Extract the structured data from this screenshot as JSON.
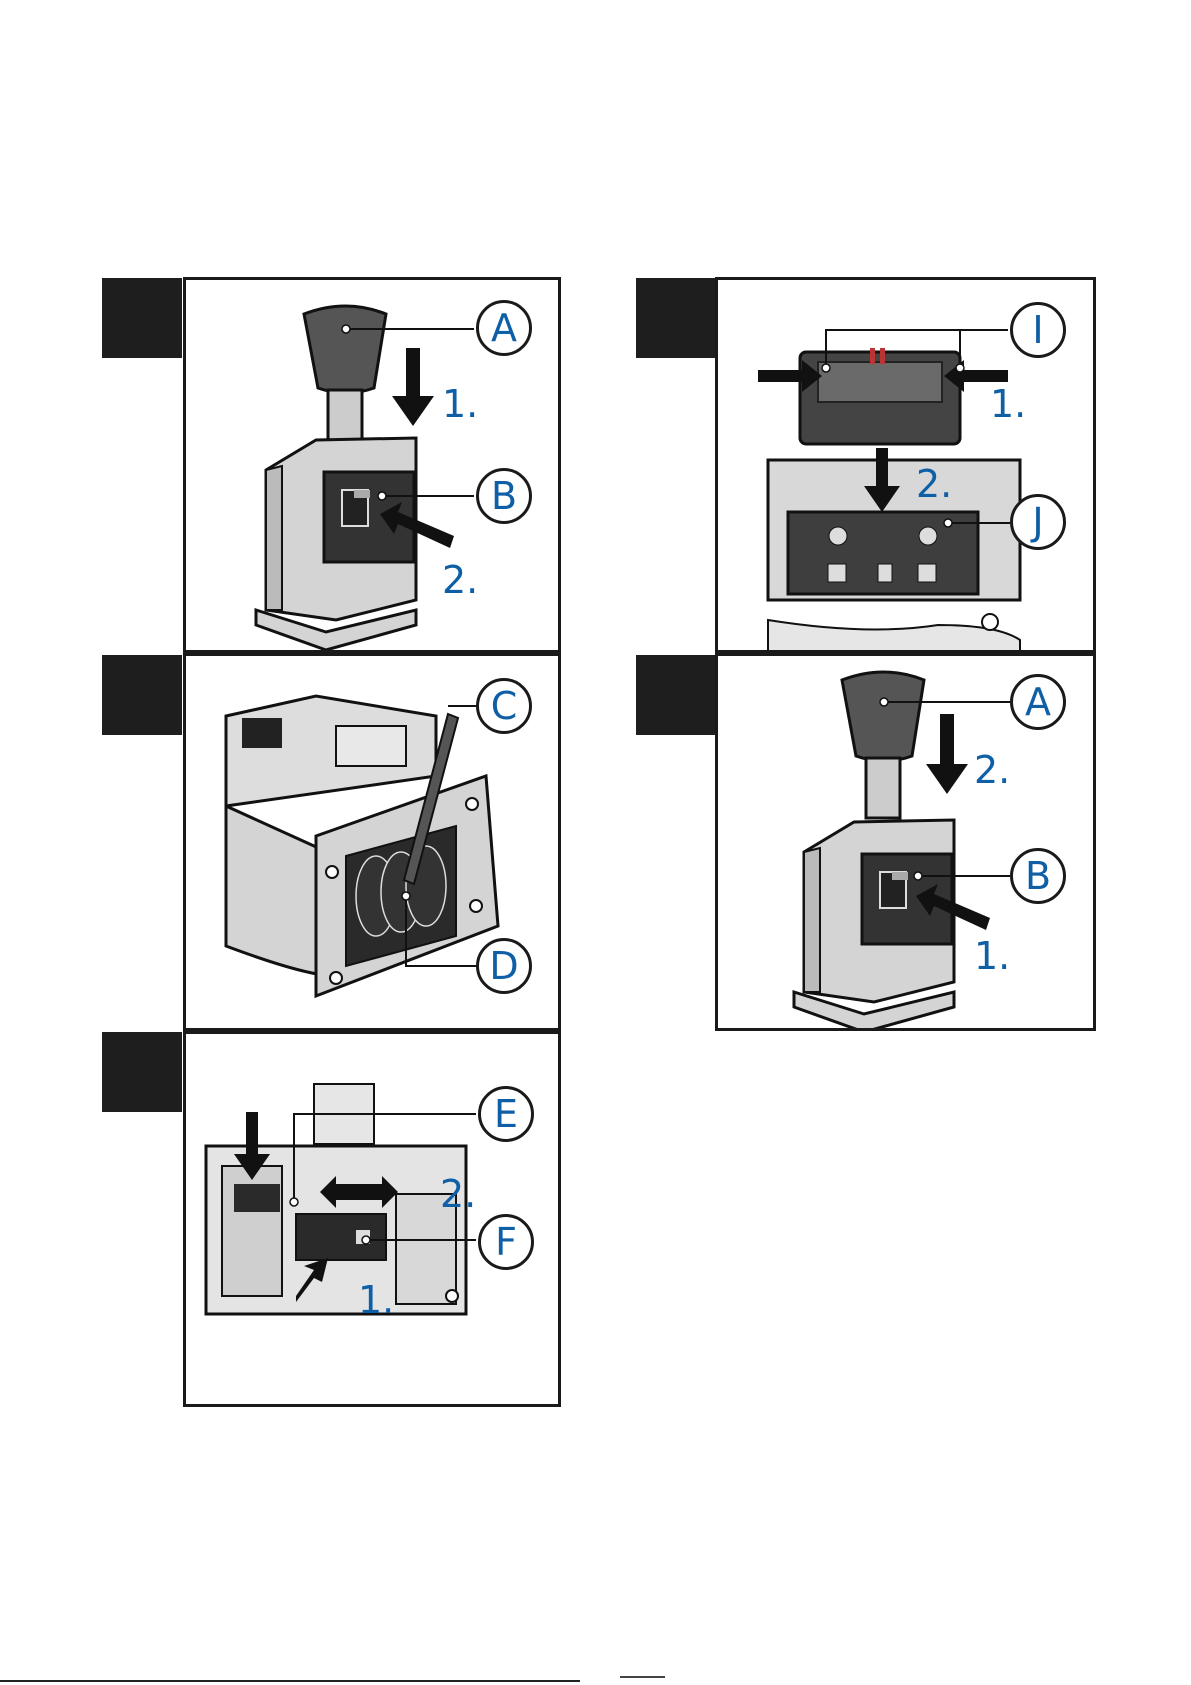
{
  "panels": [
    {
      "callouts": [
        "A",
        "B"
      ],
      "steps": [
        "1.",
        "2."
      ]
    },
    {
      "callouts": [
        "I",
        "J"
      ],
      "steps": [
        "1.",
        "2."
      ]
    },
    {
      "callouts": [
        "C",
        "D"
      ],
      "steps": []
    },
    {
      "callouts": [
        "A",
        "B"
      ],
      "steps": [
        "2.",
        "1."
      ]
    },
    {
      "callouts": [
        "E",
        "F"
      ],
      "steps": [
        "2.",
        "1."
      ]
    }
  ],
  "colors": {
    "accent": "#0f5fa6",
    "frame": "#1a1a1a",
    "handle": "#555555",
    "body": "#d4d4d4"
  }
}
